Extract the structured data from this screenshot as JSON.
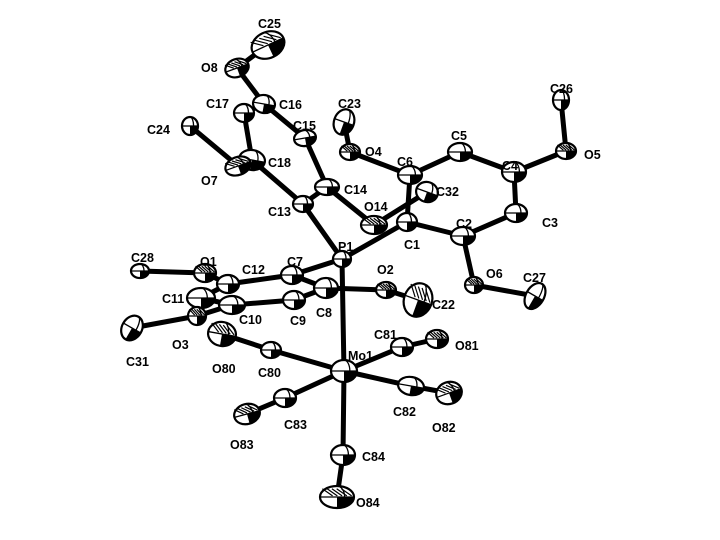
{
  "diagram": {
    "atoms": [
      {
        "id": "C25"
      },
      {
        "id": "O8"
      },
      {
        "id": "C16"
      },
      {
        "id": "C17"
      },
      {
        "id": "C23"
      },
      {
        "id": "C26"
      },
      {
        "id": "C15"
      },
      {
        "id": "C24"
      },
      {
        "id": "C18"
      },
      {
        "id": "O4"
      },
      {
        "id": "C6"
      },
      {
        "id": "C5"
      },
      {
        "id": "C4"
      },
      {
        "id": "O5"
      },
      {
        "id": "O7"
      },
      {
        "id": "C14"
      },
      {
        "id": "C32"
      },
      {
        "id": "C13"
      },
      {
        "id": "O14"
      },
      {
        "id": "C1"
      },
      {
        "id": "C2"
      },
      {
        "id": "C3"
      },
      {
        "id": "P1"
      },
      {
        "id": "C28"
      },
      {
        "id": "O1"
      },
      {
        "id": "C12"
      },
      {
        "id": "C7"
      },
      {
        "id": "O2"
      },
      {
        "id": "O6"
      },
      {
        "id": "C27"
      },
      {
        "id": "C11"
      },
      {
        "id": "C10"
      },
      {
        "id": "C9"
      },
      {
        "id": "C8"
      },
      {
        "id": "C22"
      },
      {
        "id": "O3"
      },
      {
        "id": "C31"
      },
      {
        "id": "C81"
      },
      {
        "id": "O81"
      },
      {
        "id": "O80"
      },
      {
        "id": "C80"
      },
      {
        "id": "Mo1"
      },
      {
        "id": "C82"
      },
      {
        "id": "O82"
      },
      {
        "id": "C83"
      },
      {
        "id": "O83"
      },
      {
        "id": "C84"
      },
      {
        "id": "O84"
      }
    ],
    "bonds": [
      [
        "Mo1",
        "P1"
      ],
      [
        "Mo1",
        "C80"
      ],
      [
        "Mo1",
        "C81"
      ],
      [
        "Mo1",
        "C82"
      ],
      [
        "Mo1",
        "C83"
      ],
      [
        "Mo1",
        "C84"
      ],
      [
        "C80",
        "O80"
      ],
      [
        "C81",
        "O81"
      ],
      [
        "C82",
        "O82"
      ],
      [
        "C83",
        "O83"
      ],
      [
        "C84",
        "O84"
      ],
      [
        "P1",
        "C13"
      ],
      [
        "P1",
        "C1"
      ],
      [
        "P1",
        "C7"
      ],
      [
        "C13",
        "C14"
      ],
      [
        "C13",
        "C18"
      ],
      [
        "C14",
        "C15"
      ],
      [
        "C15",
        "C16"
      ],
      [
        "C16",
        "C17"
      ],
      [
        "C17",
        "C18"
      ],
      [
        "C14",
        "O14"
      ],
      [
        "C18",
        "O7"
      ],
      [
        "O7",
        "C24"
      ],
      [
        "C16",
        "O8"
      ],
      [
        "O8",
        "C25"
      ],
      [
        "C1",
        "C2"
      ],
      [
        "C2",
        "C3"
      ],
      [
        "C3",
        "C4"
      ],
      [
        "C4",
        "C5"
      ],
      [
        "C5",
        "C6"
      ],
      [
        "C6",
        "C1"
      ],
      [
        "C6",
        "O4"
      ],
      [
        "O4",
        "C23"
      ],
      [
        "C4",
        "O5"
      ],
      [
        "O5",
        "C26"
      ],
      [
        "C2",
        "O6"
      ],
      [
        "O6",
        "C27"
      ],
      [
        "O14",
        "C32"
      ],
      [
        "C7",
        "C8"
      ],
      [
        "C8",
        "C9"
      ],
      [
        "C9",
        "C10"
      ],
      [
        "C10",
        "C11"
      ],
      [
        "C11",
        "C12"
      ],
      [
        "C12",
        "C7"
      ],
      [
        "C8",
        "O2"
      ],
      [
        "O2",
        "C22"
      ],
      [
        "C12",
        "O1"
      ],
      [
        "O1",
        "C28"
      ],
      [
        "C10",
        "O3"
      ],
      [
        "O3",
        "C31"
      ]
    ]
  }
}
